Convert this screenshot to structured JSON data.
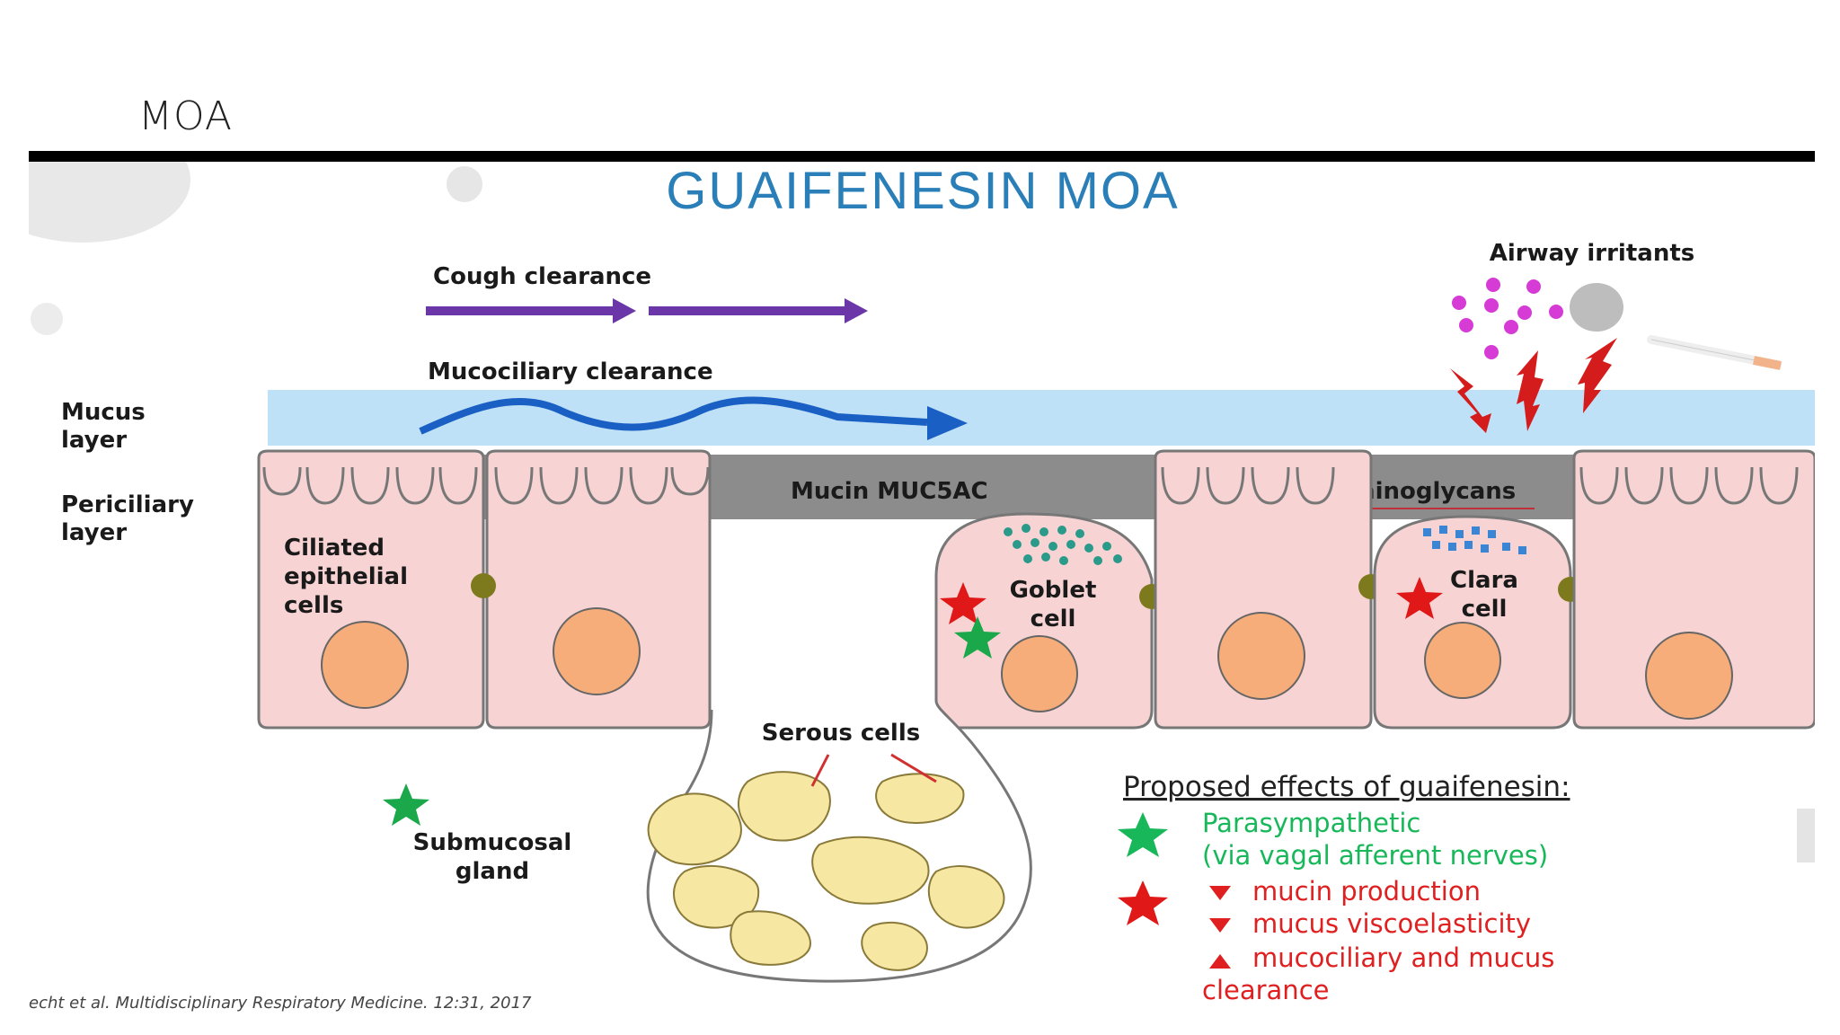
{
  "slide": {
    "title": "MOA"
  },
  "diagram": {
    "title": "GUAIFENESIN MOA",
    "arrows": {
      "cough": "Cough clearance",
      "mucociliary": "Mucociliary clearance"
    },
    "irritants": "Airway irritants",
    "layers": {
      "mucus_1": "Mucus",
      "mucus_2": "layer",
      "periciliary_1": "Periciliary",
      "periciliary_2": "layer"
    },
    "labels": {
      "mucin": "Mucin MUC5AC",
      "gag": "Glycosaminoglycans",
      "ciliated_1": "Ciliated",
      "ciliated_2": "epithelial",
      "ciliated_3": "cells",
      "goblet_1": "Goblet",
      "goblet_2": "cell",
      "clara_1": "Clara",
      "clara_2": "cell",
      "serous": "Serous cells",
      "submucosal_1": "Submucosal",
      "submucosal_2": "gland"
    },
    "legend": {
      "heading": "Proposed effects of guaifenesin:",
      "green_1": "Parasympathetic",
      "green_2": "(via vagal afferent nerves)",
      "red_1": "mucin production",
      "red_2": "mucus viscoelasticity",
      "red_3": "mucociliary and mucus",
      "red_4": "clearance"
    },
    "citation": "echt et al. Multidisciplinary Respiratory Medicine. 12:31, 2017",
    "colors": {
      "title": "#2b7fb8",
      "purple_arrow": "#6a36a8",
      "wave": "#1a5fc4",
      "mucus": "#bfe1f7",
      "periciliary": "#8a8a8a",
      "cell_fill": "#f7d3d3",
      "nucleus": "#f6ad7a",
      "junction": "#7d7a1e",
      "serous": "#f6e7a3",
      "green_star": "#1aa84a",
      "red_star": "#e01818",
      "irritant": "#d63bd6",
      "granule_goblet": "#2a9a8a",
      "granule_clara": "#3b86d4",
      "legend_green": "#18b85a",
      "legend_red": "#e02020"
    }
  }
}
